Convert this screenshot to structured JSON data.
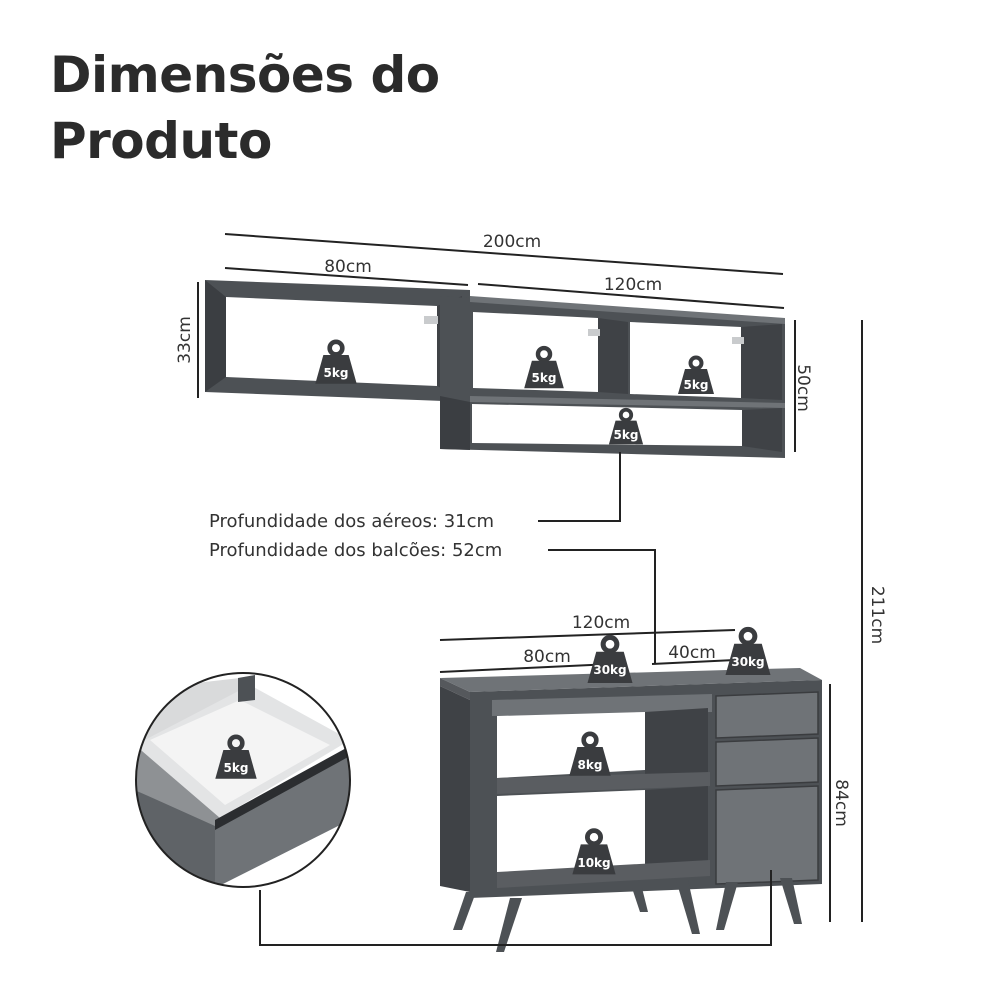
{
  "title": {
    "line1": "Dimensões do",
    "line2": "Produto"
  },
  "dimensions": {
    "upper_total_width": "200cm",
    "upper_left_width": "80cm",
    "upper_right_width": "120cm",
    "upper_left_height": "33cm",
    "upper_right_height": "50cm",
    "total_height": "211cm",
    "base_total_width": "120cm",
    "base_left_width": "80cm",
    "base_right_width": "40cm",
    "base_height": "84cm"
  },
  "info": {
    "upper_depth": "Profundidade dos aéreos: 31cm",
    "base_depth": "Profundidade dos balcões: 52cm"
  },
  "weights": {
    "upper_left_shelf": "5kg",
    "upper_mid_shelf": "5kg",
    "upper_right_shelf": "5kg",
    "upper_bottom_niche": "5kg",
    "base_left_top": "30kg",
    "base_right_top": "30kg",
    "base_upper_shelf": "8kg",
    "base_lower_shelf": "10kg",
    "drawer": "5kg"
  },
  "colors": {
    "cabinet": "#4d5155",
    "cabinet_light": "#6f7377",
    "interior": "#ffffff",
    "line": "#222222",
    "weight_icon": "#3a3c3f"
  }
}
